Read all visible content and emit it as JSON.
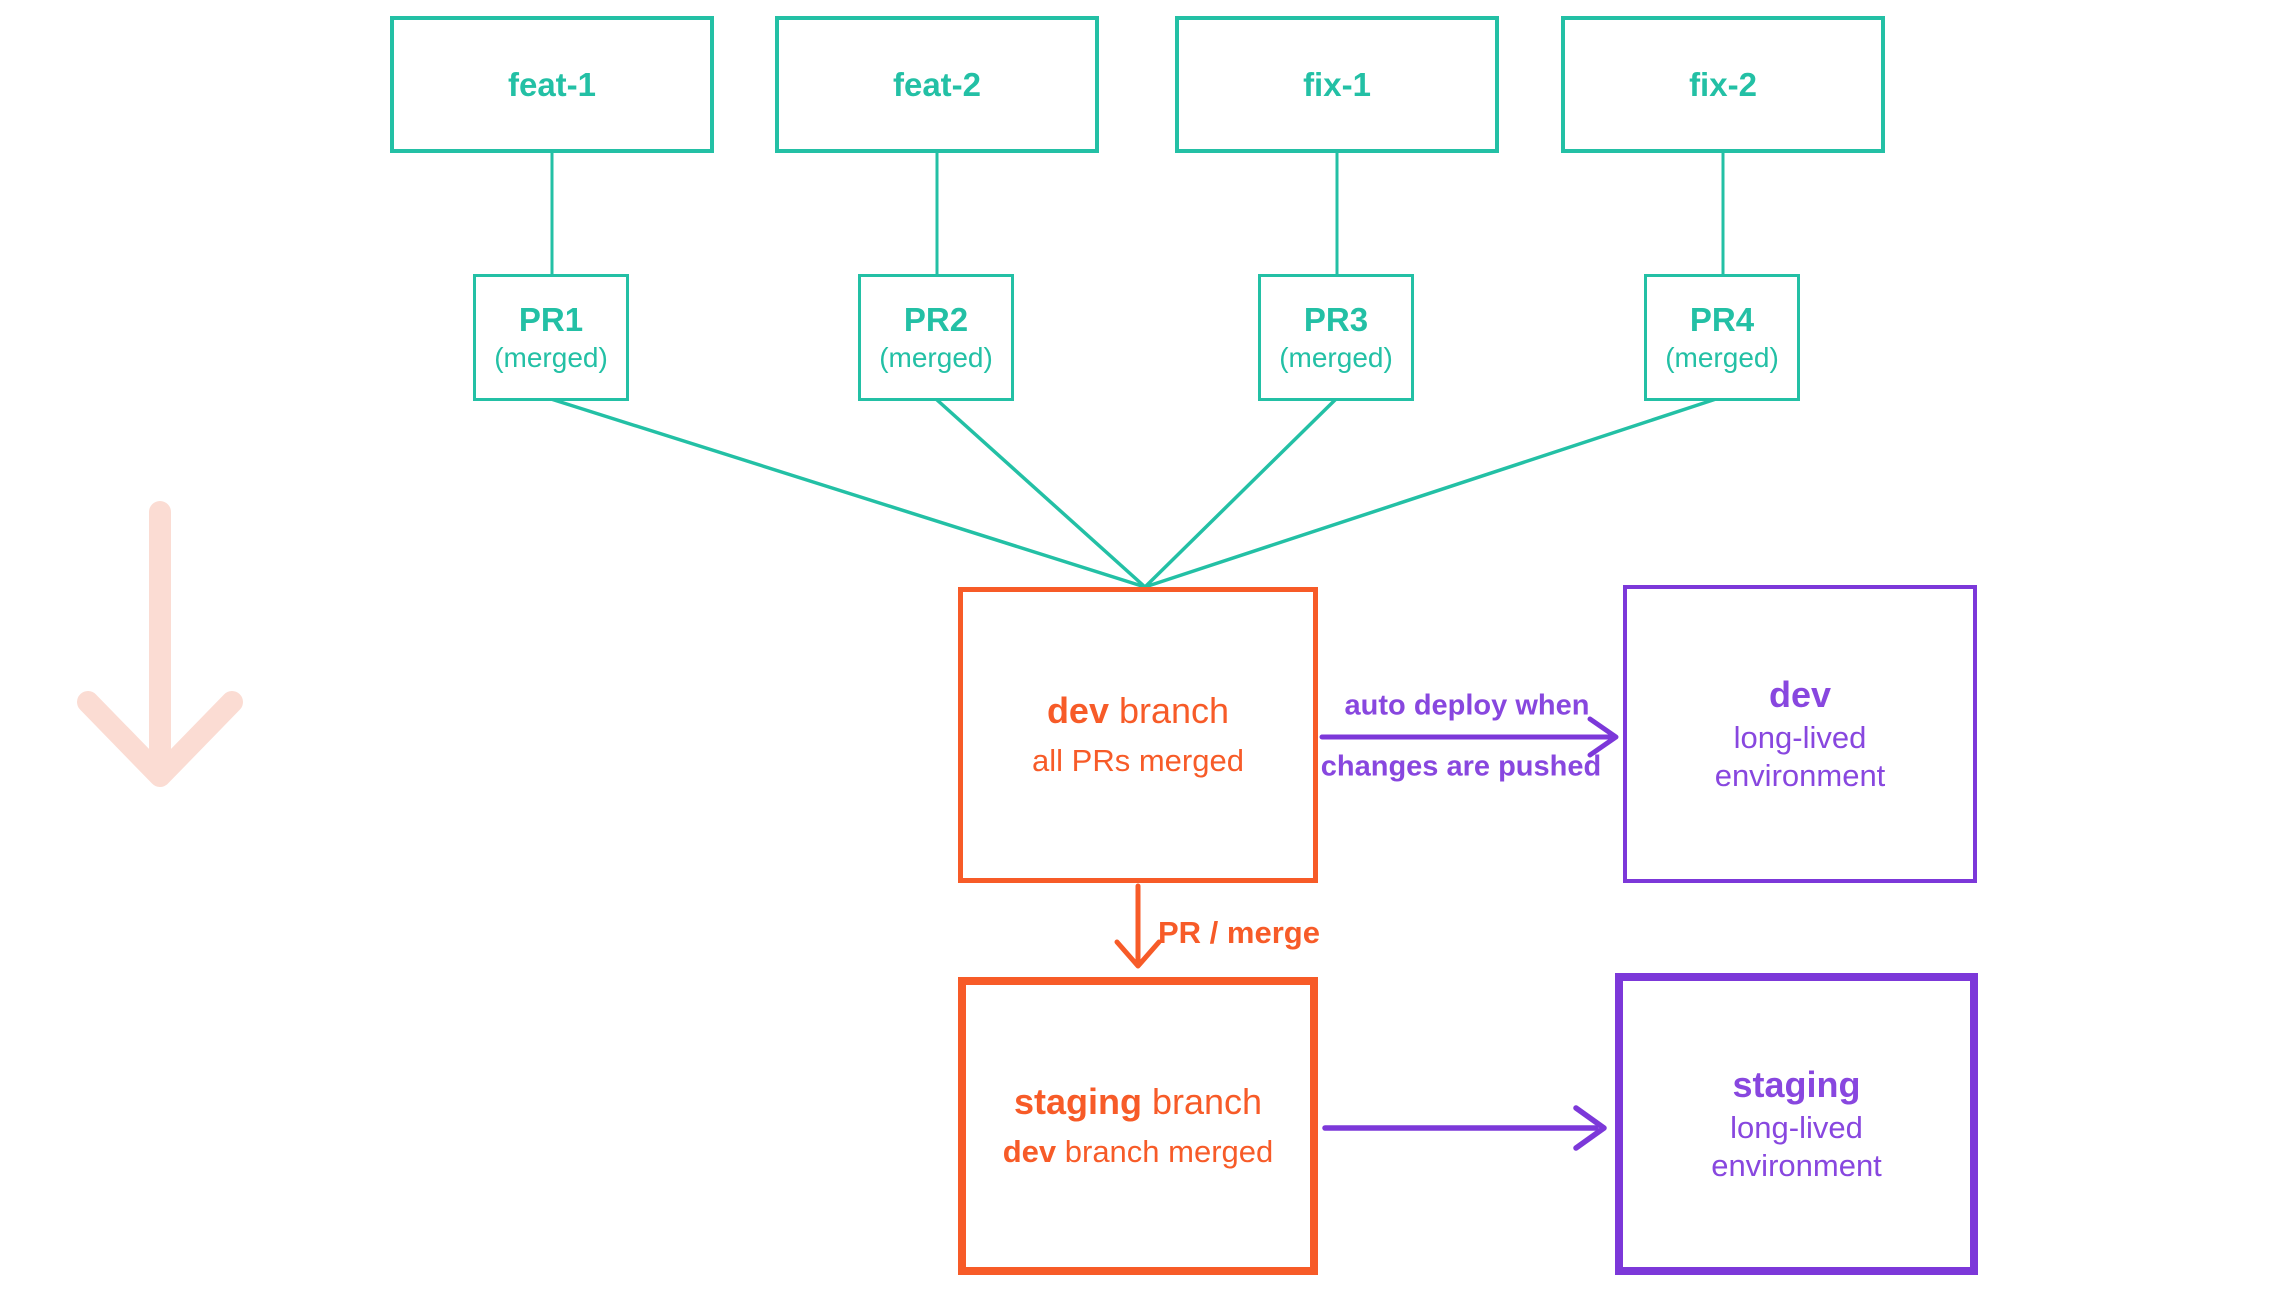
{
  "colors": {
    "teal": "#23C0A5",
    "orange": "#F75B28",
    "purple": "#7C38D9",
    "purple_text": "#8847DF",
    "faded_arrow": "#FBDCD3"
  },
  "feature_branches": [
    {
      "label": "feat-1"
    },
    {
      "label": "feat-2"
    },
    {
      "label": "fix-1"
    },
    {
      "label": "fix-2"
    }
  ],
  "pull_requests": [
    {
      "label": "PR1",
      "status": "(merged)"
    },
    {
      "label": "PR2",
      "status": "(merged)"
    },
    {
      "label": "PR3",
      "status": "(merged)"
    },
    {
      "label": "PR4",
      "status": "(merged)"
    }
  ],
  "dev_branch": {
    "name": "dev",
    "name_suffix": " branch",
    "subtitle": "all PRs merged"
  },
  "dev_environment": {
    "name": "dev",
    "type_line1": "long-lived",
    "type_line2": "environment"
  },
  "staging_branch": {
    "name": "staging",
    "name_suffix": " branch",
    "subtitle_bold": "dev",
    "subtitle_rest": " branch merged"
  },
  "staging_environment": {
    "name": "staging",
    "type_line1": "long-lived",
    "type_line2": "environment"
  },
  "labels": {
    "auto_deploy_line1": "auto deploy when",
    "auto_deploy_line2": "changes are pushed",
    "pr_merge": "PR / merge"
  },
  "icons": {
    "flow_direction_arrow": "↓"
  }
}
